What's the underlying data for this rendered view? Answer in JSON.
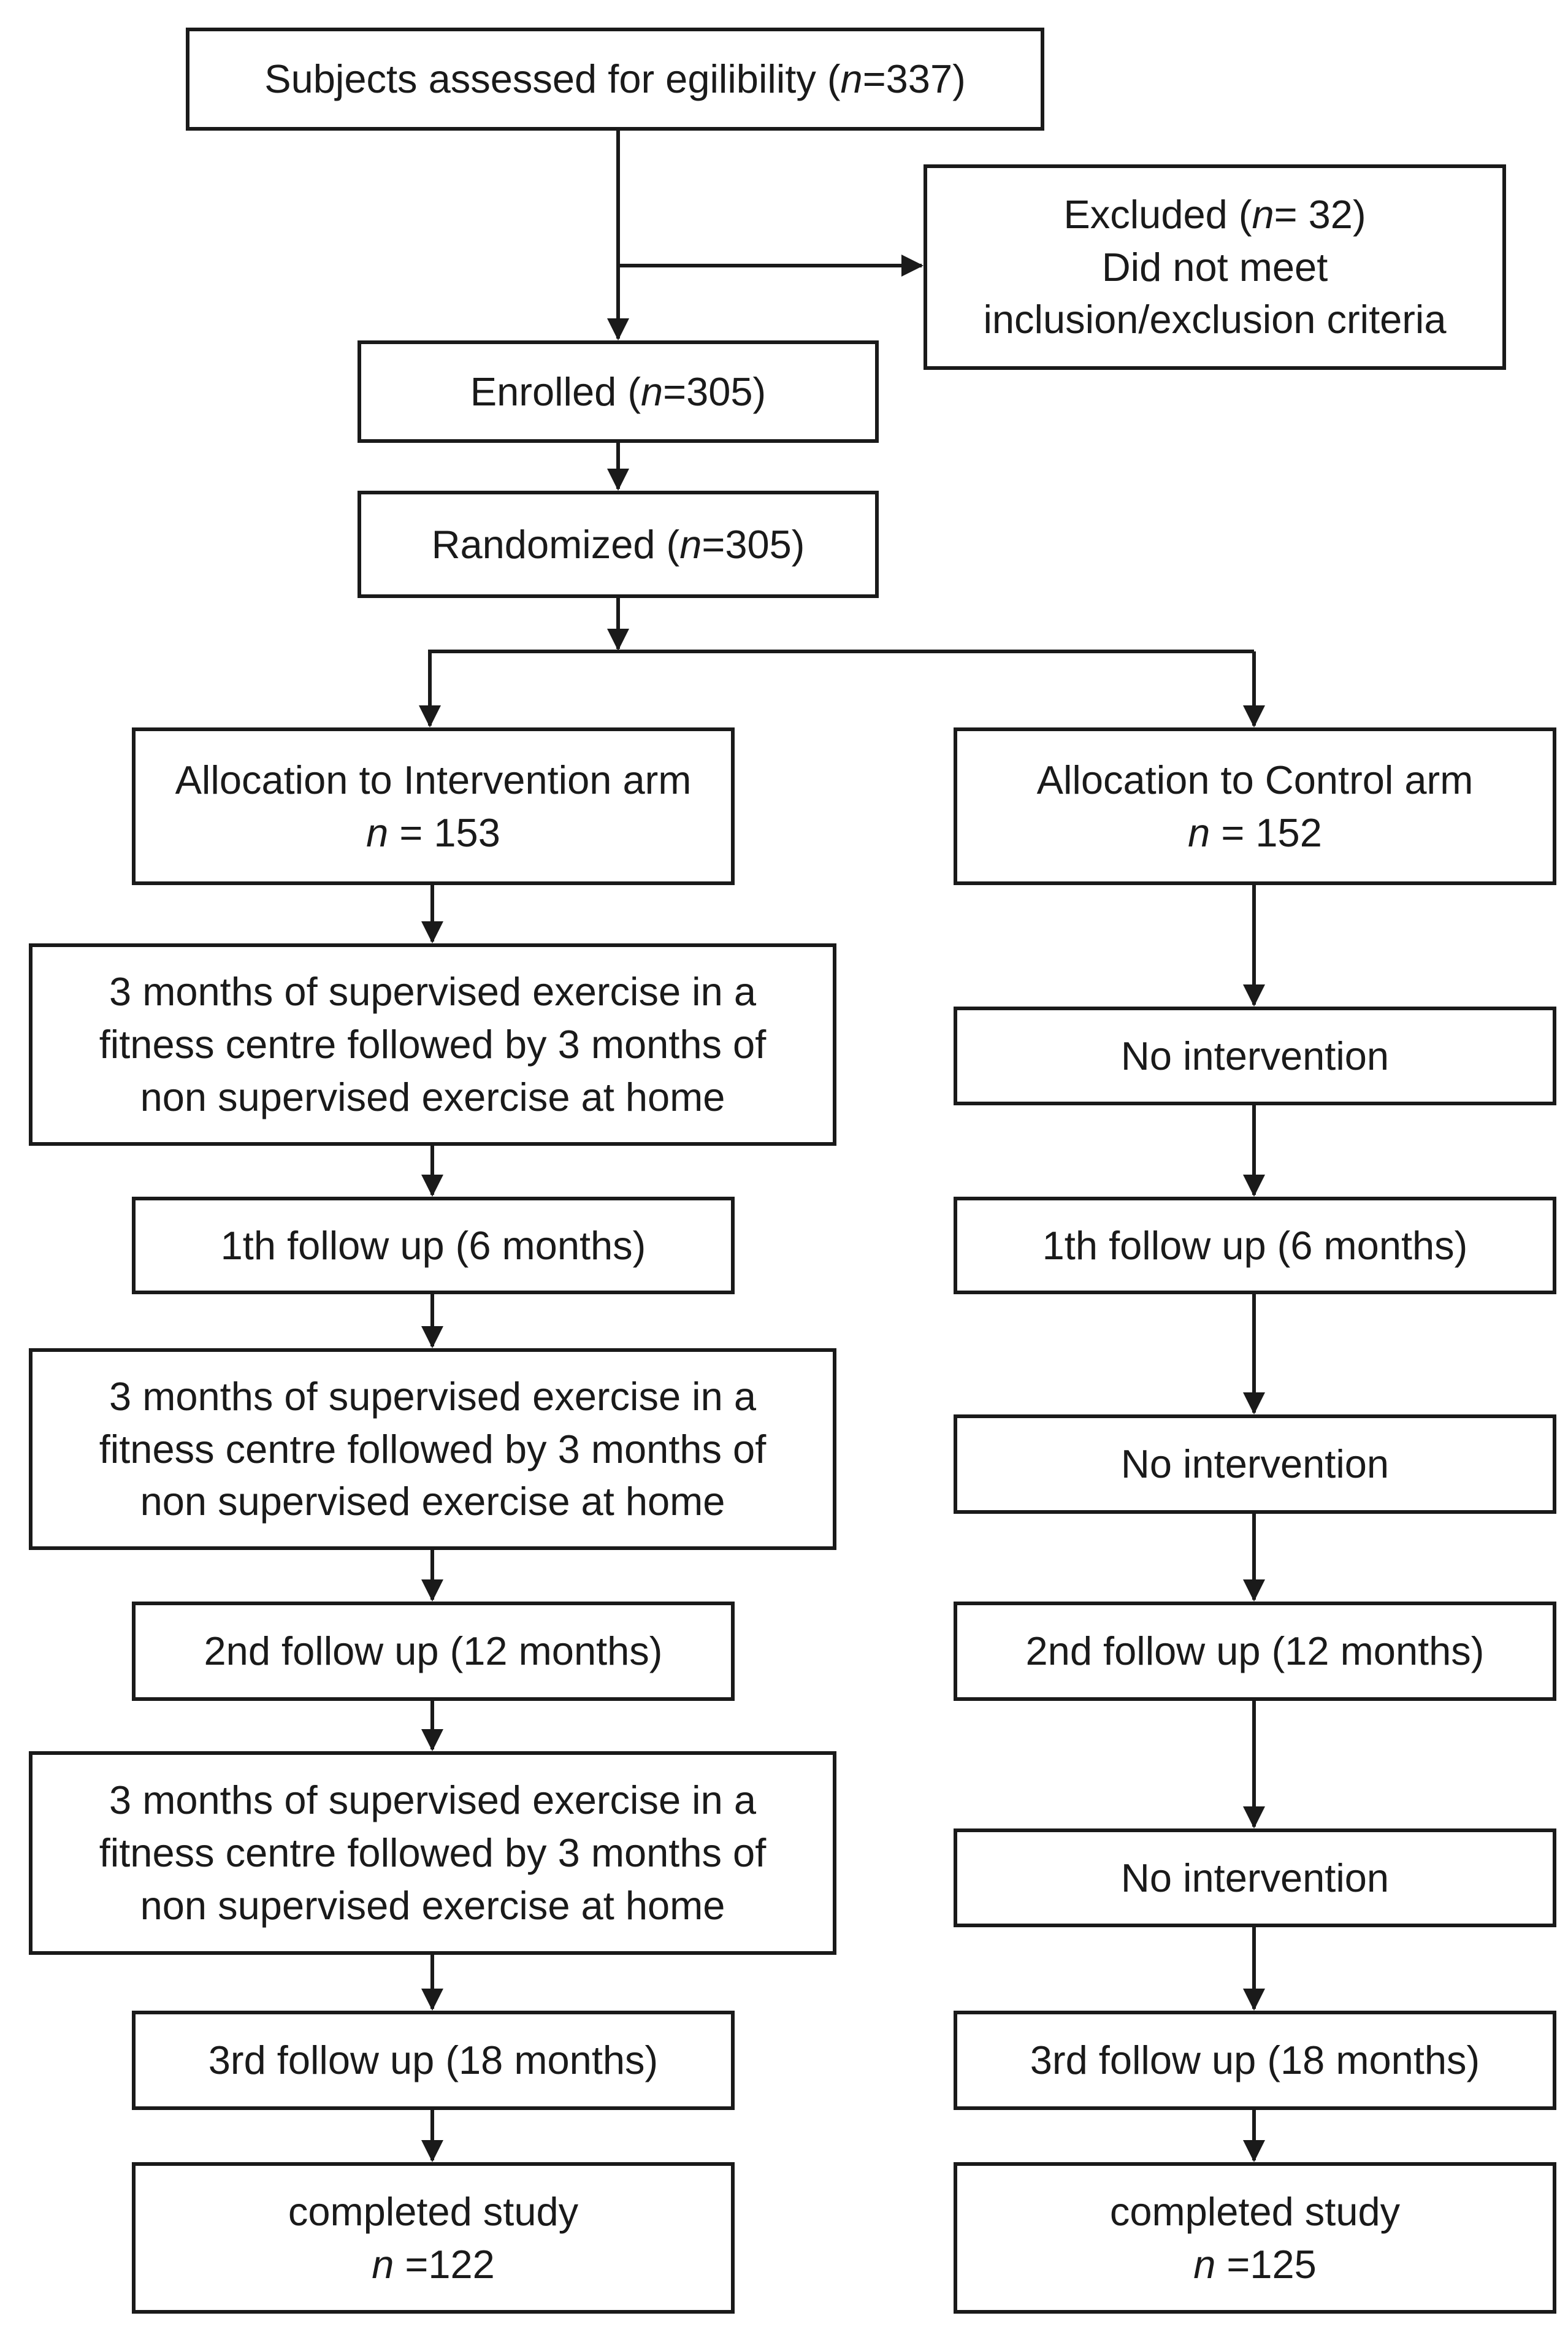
{
  "screening": {
    "prefix": "Subjects assessed for egilibility (",
    "n_label": "n",
    "suffix": "=337)"
  },
  "excluded": {
    "prefix": "Excluded (",
    "n_label": "n",
    "suffix": "= 32)",
    "line2": "Did not meet",
    "line3": "inclusion/exclusion criteria"
  },
  "enrolled": {
    "prefix": "Enrolled (",
    "n_label": "n",
    "suffix": "=305)"
  },
  "randomized": {
    "prefix": "Randomized (",
    "n_label": "n",
    "suffix": "=305)"
  },
  "intervention_arm": {
    "allocation": {
      "title": "Allocation to Intervention arm",
      "n_label": "n",
      "n_value": " = 153"
    },
    "steps": [
      {
        "line1": "3 months of supervised exercise in a",
        "line2": "fitness centre followed by 3 months of",
        "line3": "non supervised exercise at home"
      },
      {
        "label": "1th follow up (6 months)"
      },
      {
        "line1": "3 months of supervised exercise in a",
        "line2": "fitness centre followed by 3 months of",
        "line3": "non supervised exercise at home"
      },
      {
        "label": "2nd follow up (12 months)"
      },
      {
        "line1": "3 months of supervised exercise in a",
        "line2": "fitness centre followed by 3 months of",
        "line3": "non supervised exercise at home"
      },
      {
        "label": "3rd follow up (18 months)"
      }
    ],
    "completed": {
      "title": "completed study",
      "n_label": "n",
      "n_value": " =122"
    }
  },
  "control_arm": {
    "allocation": {
      "title": "Allocation to Control arm",
      "n_label": "n",
      "n_value": " = 152"
    },
    "steps": [
      {
        "label": "No intervention"
      },
      {
        "label": "1th follow up (6 months)"
      },
      {
        "label": "No intervention"
      },
      {
        "label": "2nd follow up (12 months)"
      },
      {
        "label": "No intervention"
      },
      {
        "label": "3rd follow up (18 months)"
      }
    ],
    "completed": {
      "title": "completed study",
      "n_label": "n",
      "n_value": " =125"
    }
  },
  "colors": {
    "stroke": "#1a1a1a",
    "background": "#ffffff"
  }
}
